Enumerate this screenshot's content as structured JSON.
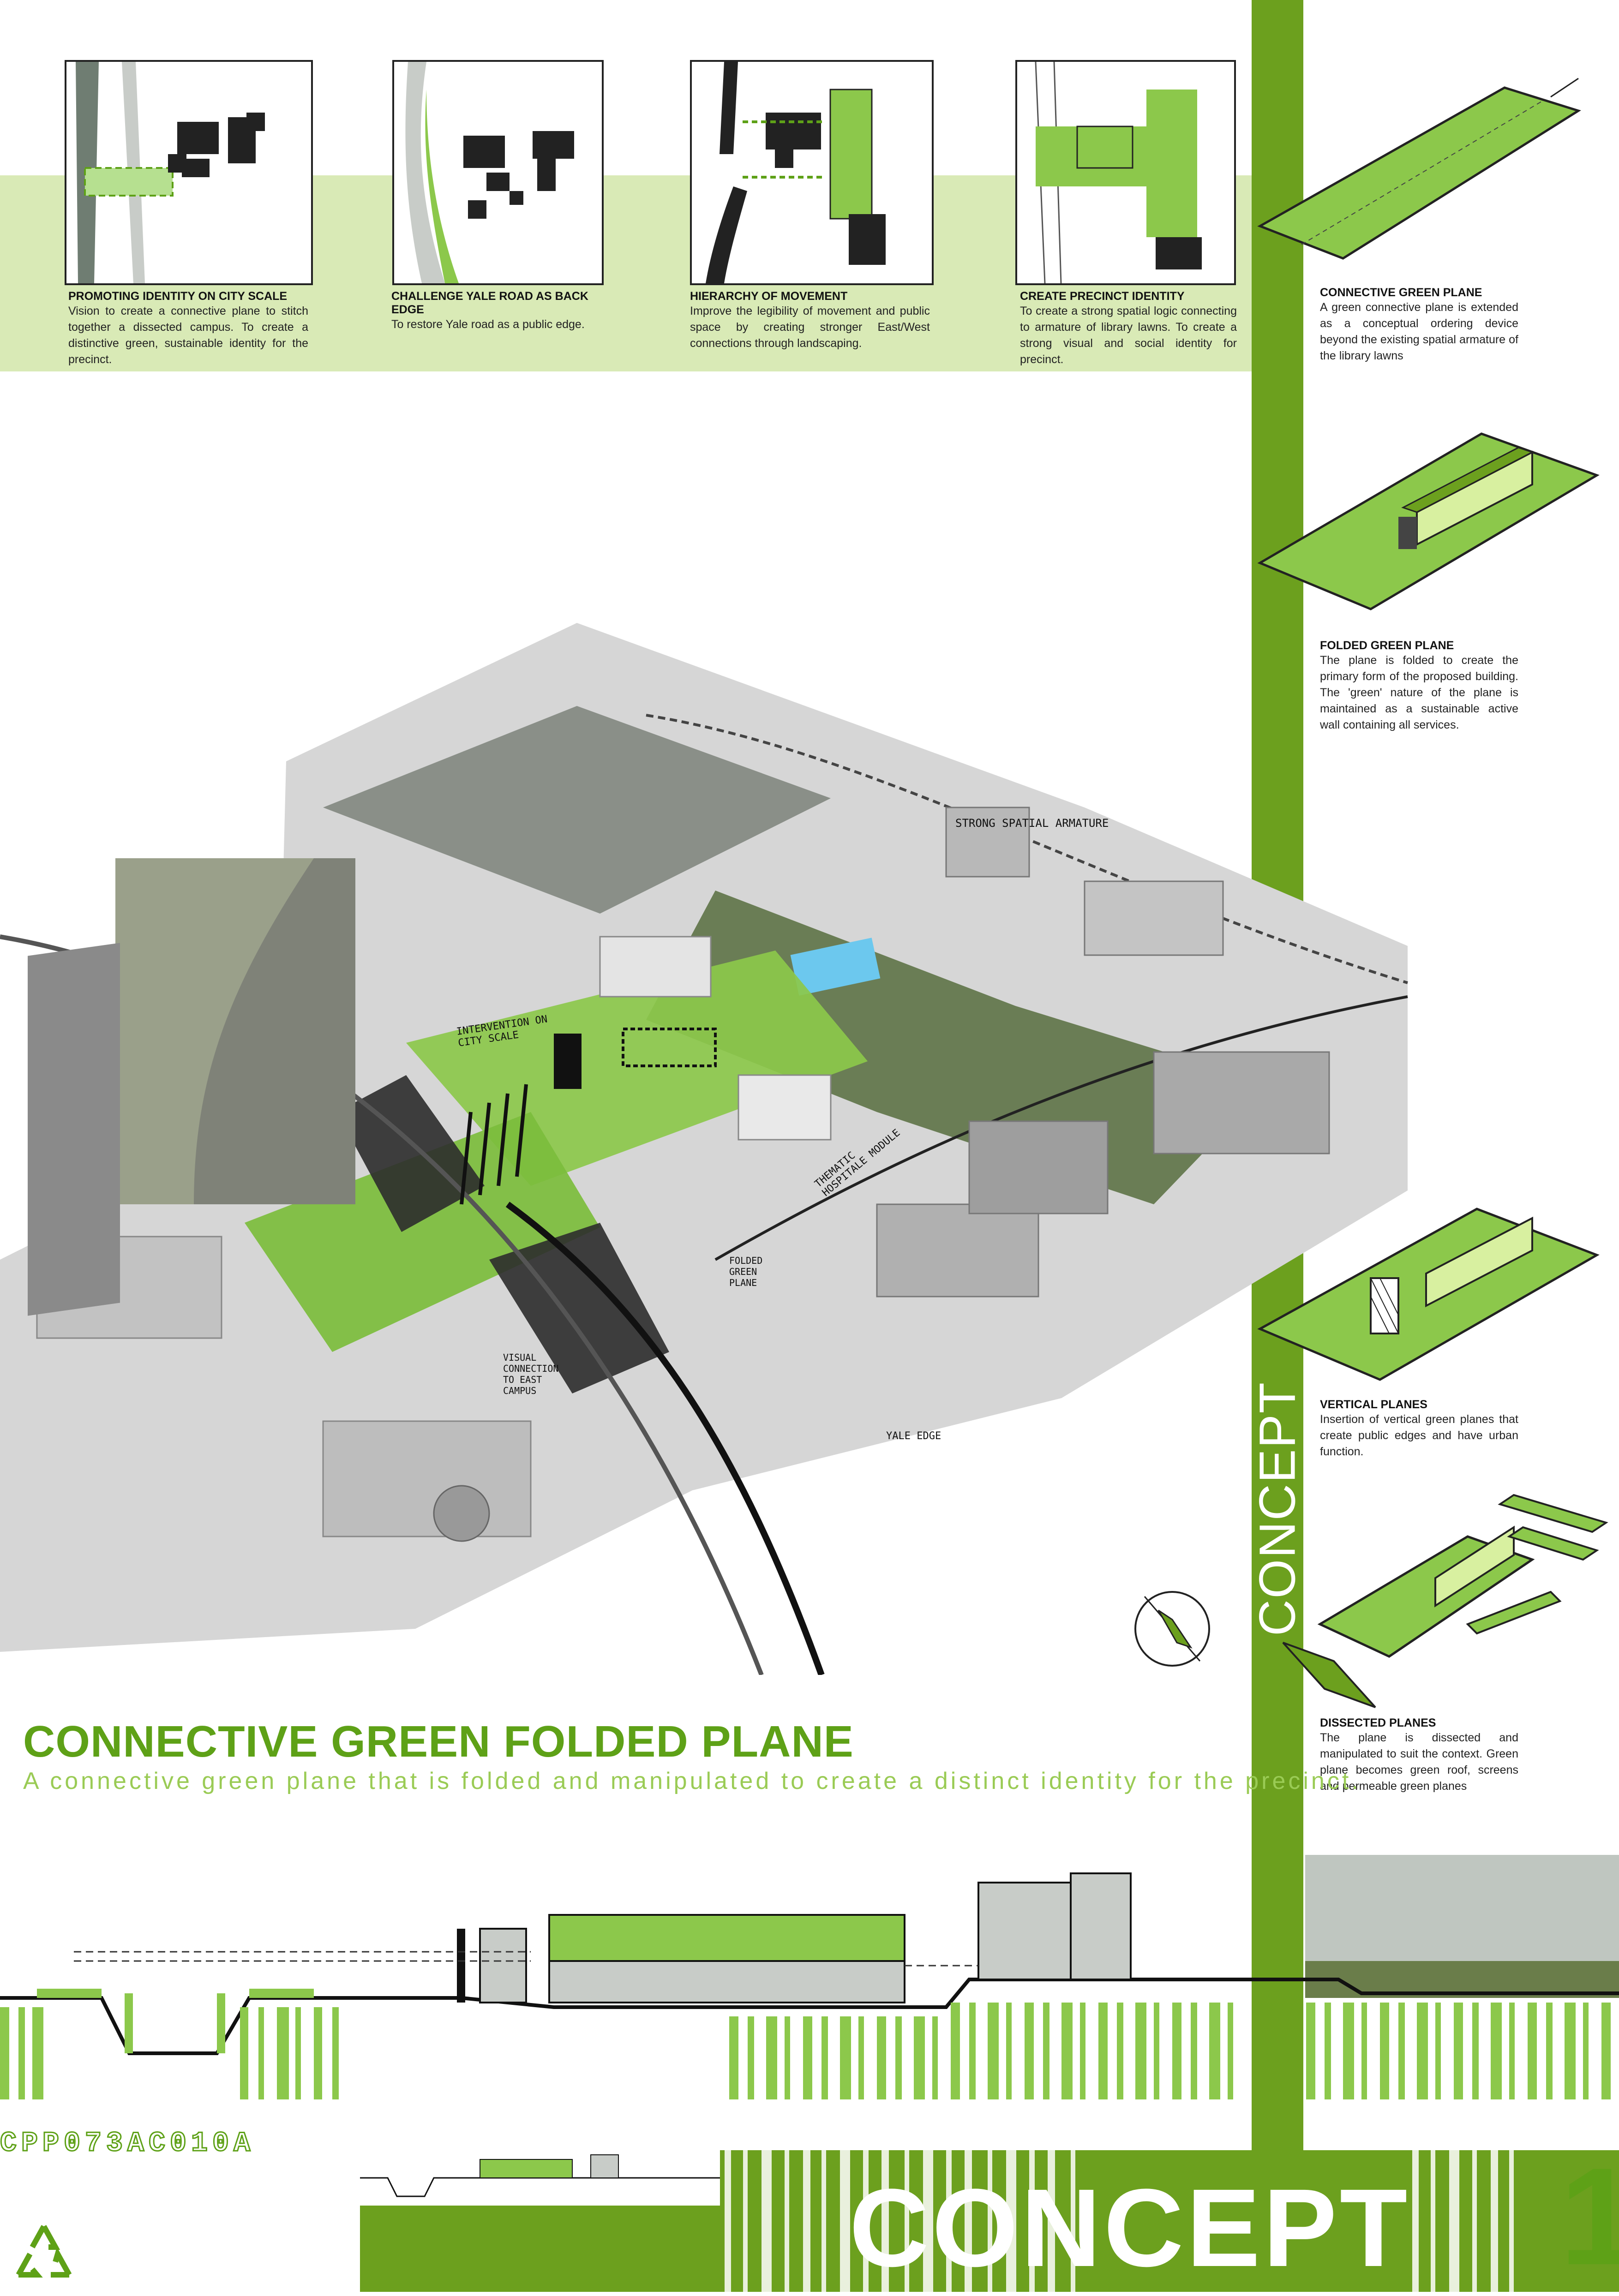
{
  "sketches": [
    {
      "title": "PROMOTING IDENTITY ON CITY SCALE",
      "text": "Vision to create a connective plane to stitch together a dissected campus. To create a distinctive green, sustainable identity for the precinct."
    },
    {
      "title": "CHALLENGE YALE ROAD AS BACK EDGE",
      "text": "To restore Yale road as a public edge."
    },
    {
      "title": "HIERARCHY OF MOVEMENT",
      "text": "Improve the legibility of movement and public space by creating stronger East/West connections through landscaping."
    },
    {
      "title": "CREATE PRECINCT IDENTITY",
      "text": "To create a strong spatial logic connecting to armature of library lawns. To create a strong visual and social identity for precinct."
    }
  ],
  "side_panels": [
    {
      "title": "CONNECTIVE GREEN PLANE",
      "text": "A green connective plane is extended as a conceptual ordering device beyond the existing spatial armature of the library lawns"
    },
    {
      "title": "FOLDED GREEN PLANE",
      "text": "The plane is folded to create the primary form of the proposed building. The 'green' nature of the plane is maintained as a sustainable active wall containing all services."
    },
    {
      "title": "VERTICAL PLANES",
      "text": "Insertion of vertical green planes that create public edges and have urban function."
    },
    {
      "title": "DISSECTED PLANES",
      "text": "The plane is dissected and manipulated to suit the context. Green plane becomes green roof, screens and permeable green planes"
    }
  ],
  "vertical_label": "CONCEPT",
  "annotations": {
    "strong_spatial": "STRONG SPATIAL ARMATURE",
    "intervention": "INTERVENTION ON CITY SCALE",
    "thematic": "THEMATIC HOSPITALE MODULE",
    "folded": "FOLDED GREEN PLANE",
    "visual": "VISUAL CONNECTION TO EAST CAMPUS",
    "yale": "YALE EDGE"
  },
  "main_title": "CONNECTIVE GREEN FOLDED PLANE",
  "subtitle": "A connective green plane that is folded and manipulated to create a distinct identity for the precinct.",
  "sheet_code": "CPP073AC010A",
  "bottom_title": "CONCEPT",
  "sheet_number": "1",
  "colors": {
    "primary_green": "#6ca01e",
    "light_green": "#d9eab6",
    "bright_green": "#8cc84b"
  },
  "icons": [
    "north-arrow-icon",
    "recycle-icon"
  ]
}
